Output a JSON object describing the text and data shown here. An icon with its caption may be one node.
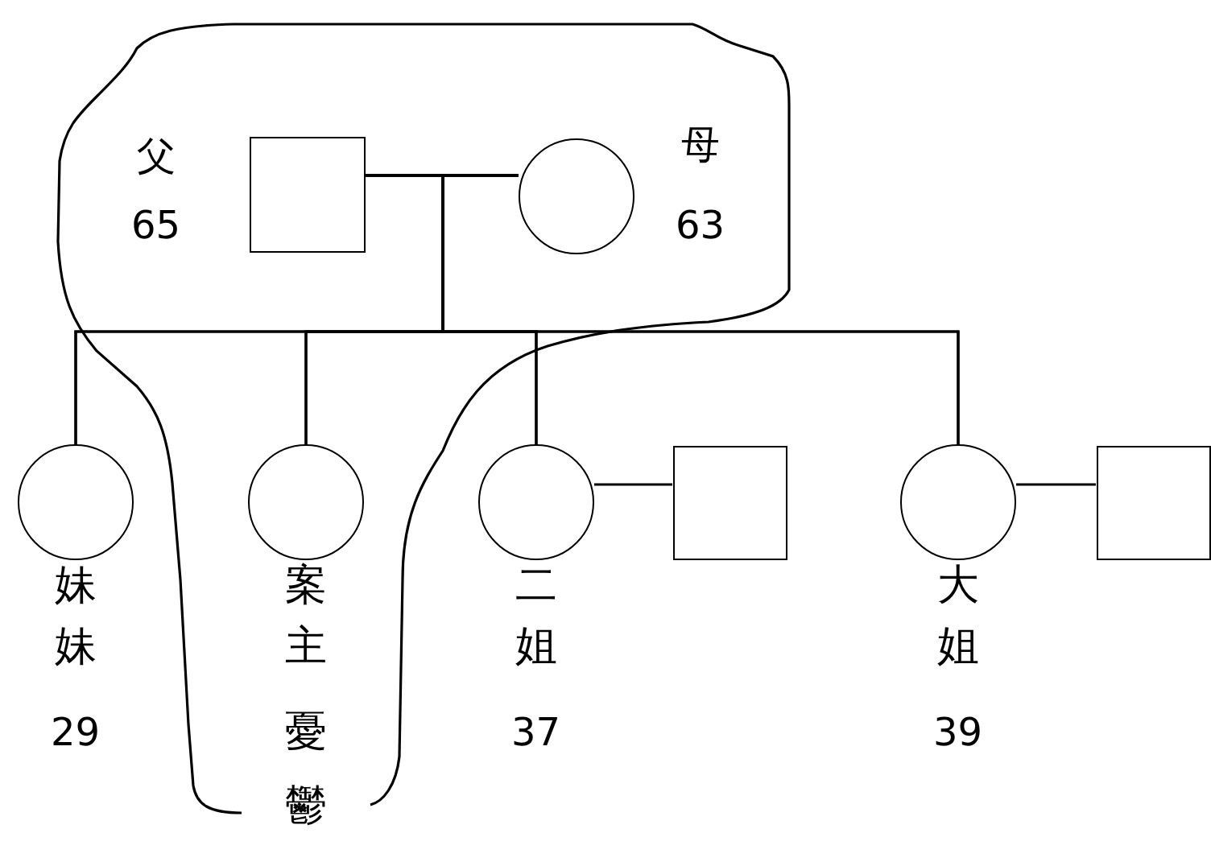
{
  "diagram": {
    "nodes": [
      {
        "text": [],
        "shape": "box",
        "beside": [
          "父",
          "65"
        ]
      },
      {
        "text": [],
        "shape": "circle",
        "beside": [
          "母",
          "63"
        ]
      },
      {
        "text": [],
        "shape": "circle"
      },
      {
        "text": [],
        "shape": "circle"
      },
      {
        "text": [],
        "shape": "circle"
      },
      {
        "text": [],
        "shape": "box"
      },
      {
        "text": [],
        "shape": "circle"
      },
      {
        "text": [],
        "shape": "box"
      }
    ],
    "edges": [
      {
        "from": 0,
        "to": 1,
        "arrow": "none"
      },
      {
        "from": 0,
        "to": 2,
        "arrow": "none"
      },
      {
        "from": 0,
        "to": 3,
        "arrow": "none"
      },
      {
        "from": 0,
        "to": 4,
        "arrow": "none"
      },
      {
        "from": 0,
        "to": 6,
        "arrow": "none"
      },
      {
        "from": 1,
        "to": 2,
        "arrow": "none"
      },
      {
        "from": 1,
        "to": 3,
        "arrow": "none"
      },
      {
        "from": 1,
        "to": 4,
        "arrow": "none"
      },
      {
        "from": 1,
        "to": 6,
        "arrow": "none"
      },
      {
        "from": 4,
        "to": 5,
        "arrow": "none"
      },
      {
        "from": 6,
        "to": 7,
        "arrow": "none"
      }
    ],
    "labels": [
      "妹妹",
      "案主",
      "二姐",
      "大姐",
      "29",
      "37",
      "39",
      "憂鬱"
    ]
  }
}
